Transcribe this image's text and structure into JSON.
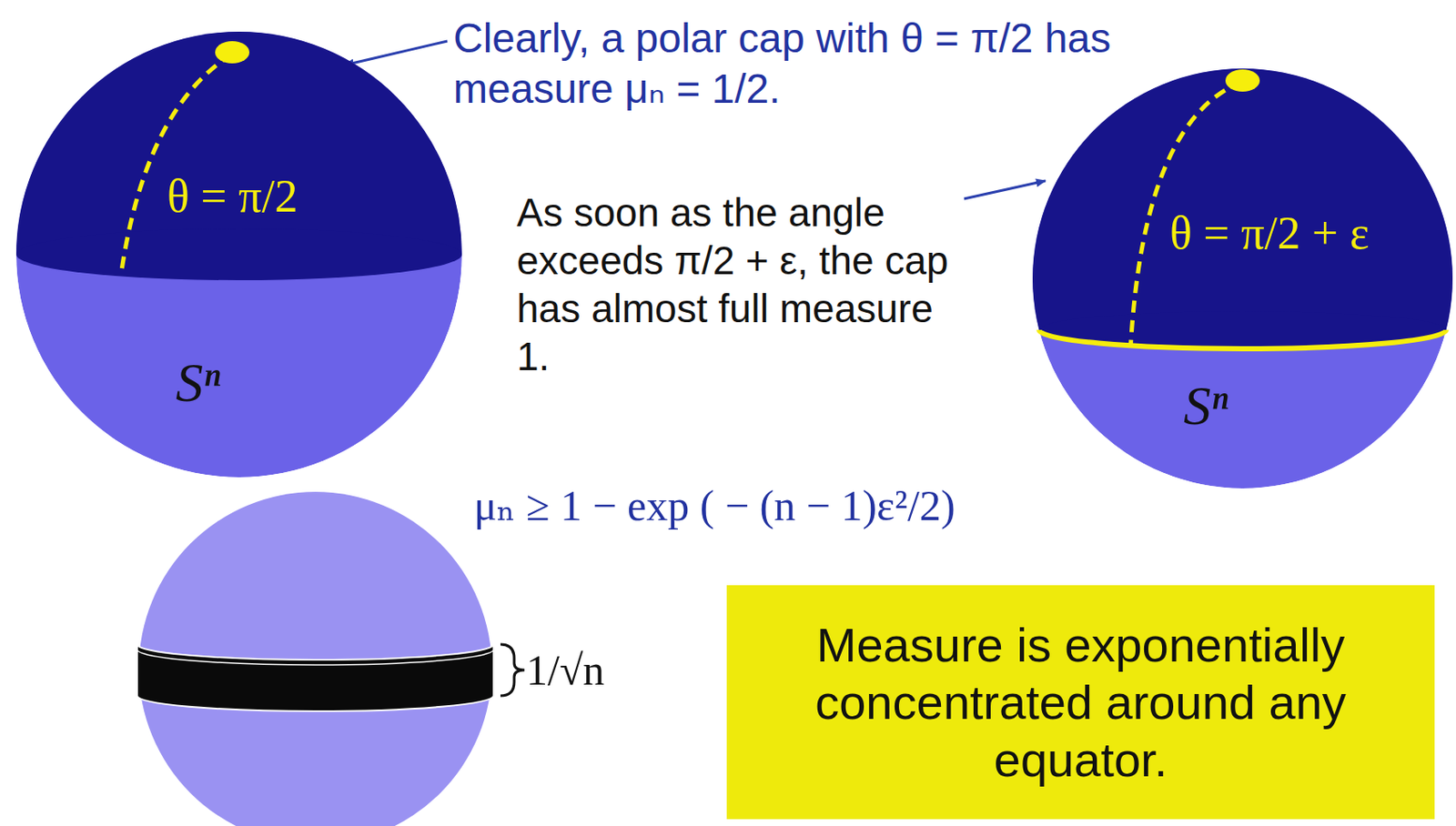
{
  "diagram": {
    "nodes": [
      {
        "text": [
          "θ = π/2",
          "Sⁿ"
        ]
      },
      {
        "text": [
          "θ = π/2 + ε",
          "Sⁿ"
        ]
      },
      {
        "text": [
          "Measure is exponentially concentrated around any equator."
        ]
      }
    ],
    "labels": [
      "Clearly, a polar cap with θ = π/2 has measure μₙ = 1/2.",
      "As soon as the angle exceeds π/2 + ε, the cap has almost full measure 1.",
      "μₙ ≥ 1 − exp ( − (n − 1)ε²/2)",
      "1/√n"
    ]
  }
}
